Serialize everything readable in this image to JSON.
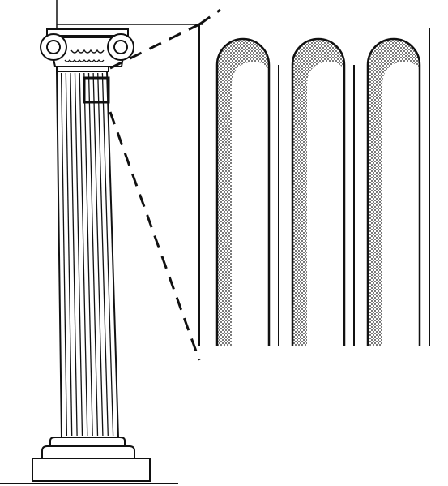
{
  "figure": {
    "subject": "ionic-column-fluting-detail",
    "parts": [
      "capital",
      "shaft",
      "base",
      "detail-inset"
    ],
    "fluting_inset": {
      "flute_count": 3
    },
    "colors": {
      "ink": "#111111",
      "paper": "#ffffff",
      "stipple": "#1a1a1a"
    }
  }
}
